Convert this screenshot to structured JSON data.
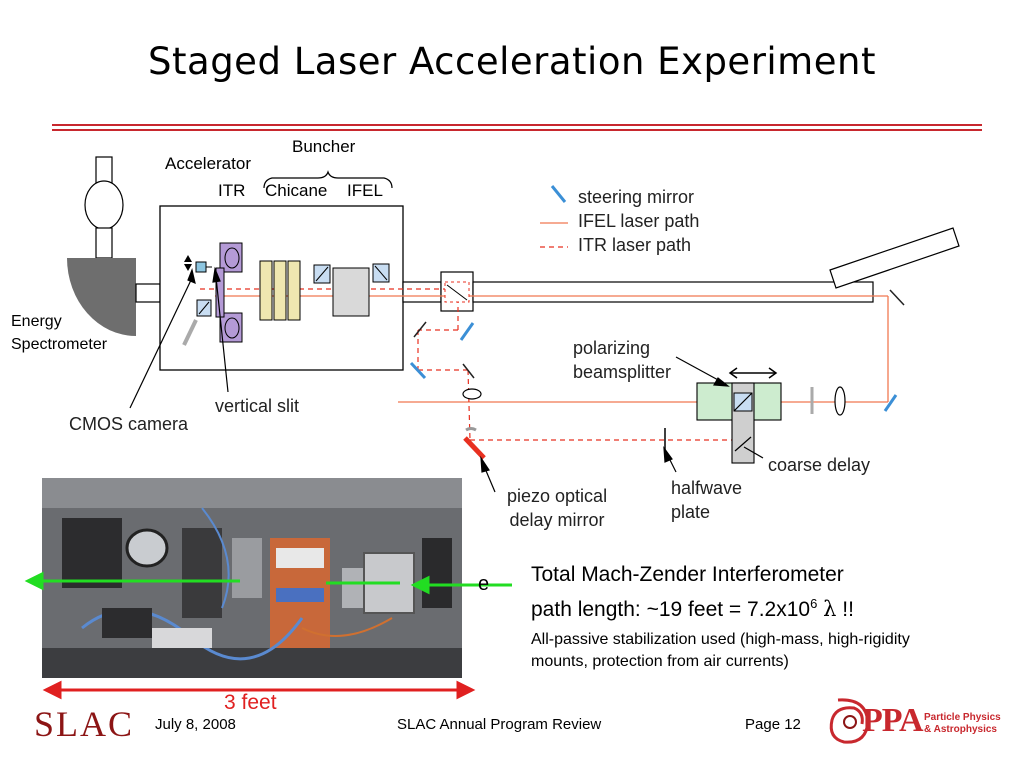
{
  "slide": {
    "title": "Staged Laser Acceleration Experiment"
  },
  "diagram": {
    "labels": {
      "buncher": "Buncher",
      "accelerator": "Accelerator",
      "itr": "ITR",
      "chicane": "Chicane",
      "ifel": "IFEL",
      "energy_spectrometer_line1": "Energy",
      "energy_spectrometer_line2": "Spectrometer",
      "cmos_camera": "CMOS camera",
      "vertical_slit": "vertical slit",
      "polarizing_beamsplitter_line1": "polarizing",
      "polarizing_beamsplitter_line2": "beamsplitter",
      "coarse_delay": "coarse delay",
      "piezo_line1": "piezo optical",
      "piezo_line2": "delay mirror",
      "halfwave_line1": "halfwave",
      "halfwave_line2": "plate"
    },
    "legend": [
      {
        "label": "steering mirror",
        "symbol": "steering-mirror",
        "color": "#3b8fd6"
      },
      {
        "label": "IFEL laser path",
        "symbol": "solid-line",
        "color": "#f07850"
      },
      {
        "label": "ITR laser path",
        "symbol": "dashed-line",
        "color": "#e83020"
      }
    ],
    "colors": {
      "ifel_path": "#f07850",
      "itr_path": "#e83020",
      "steering_mirror": "#3b8fd6",
      "piezo_mirror": "#e83020",
      "magnet": "#b49ad6",
      "chicane": "#efe7b0",
      "beamsplitter_mount": "#cdeccf"
    }
  },
  "photo": {
    "electron_label": "e",
    "scale_label": "3 feet",
    "arrow_color": "#22dd22",
    "scale_color": "#e02020"
  },
  "info": {
    "line1": "Total Mach-Zender Interferometer",
    "line2_prefix": "path length: ~19 feet = 7.2x10",
    "line2_exponent": "6",
    "line2_lambda": "λ",
    "line2_suffix": "!!",
    "note": "All-passive stabilization used (high-mass, high-rigidity mounts, protection from air currents)"
  },
  "footer": {
    "logo": "SLAC",
    "date": "July 8, 2008",
    "event": "SLAC Annual Program Review",
    "page": "Page 12",
    "ppa_logo": "PPA",
    "ppa_line1": "Particle Physics",
    "ppa_line2": "& Astrophysics"
  }
}
